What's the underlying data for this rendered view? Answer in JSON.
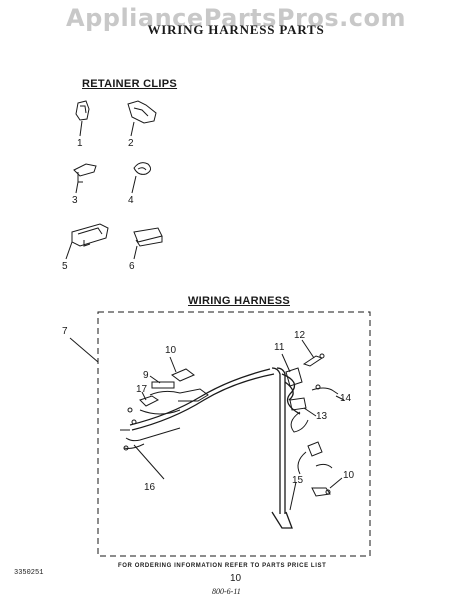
{
  "watermark": "AppliancePartsPros.com",
  "title": "WIRING HARNESS PARTS",
  "sections": {
    "retainer_clips": "RETAINER CLIPS",
    "wiring_harness": "WIRING HARNESS"
  },
  "clip_labels": [
    "1",
    "2",
    "3",
    "4",
    "5",
    "6"
  ],
  "harness_labels": [
    "7",
    "9",
    "10",
    "11",
    "12",
    "13",
    "14",
    "10",
    "15",
    "16",
    "17"
  ],
  "footer": {
    "ordering_note": "FOR ORDERING INFORMATION REFER TO PARTS PRICE LIST",
    "part_code": "3350251",
    "page_number": "10",
    "handwritten": "800-6-11"
  }
}
